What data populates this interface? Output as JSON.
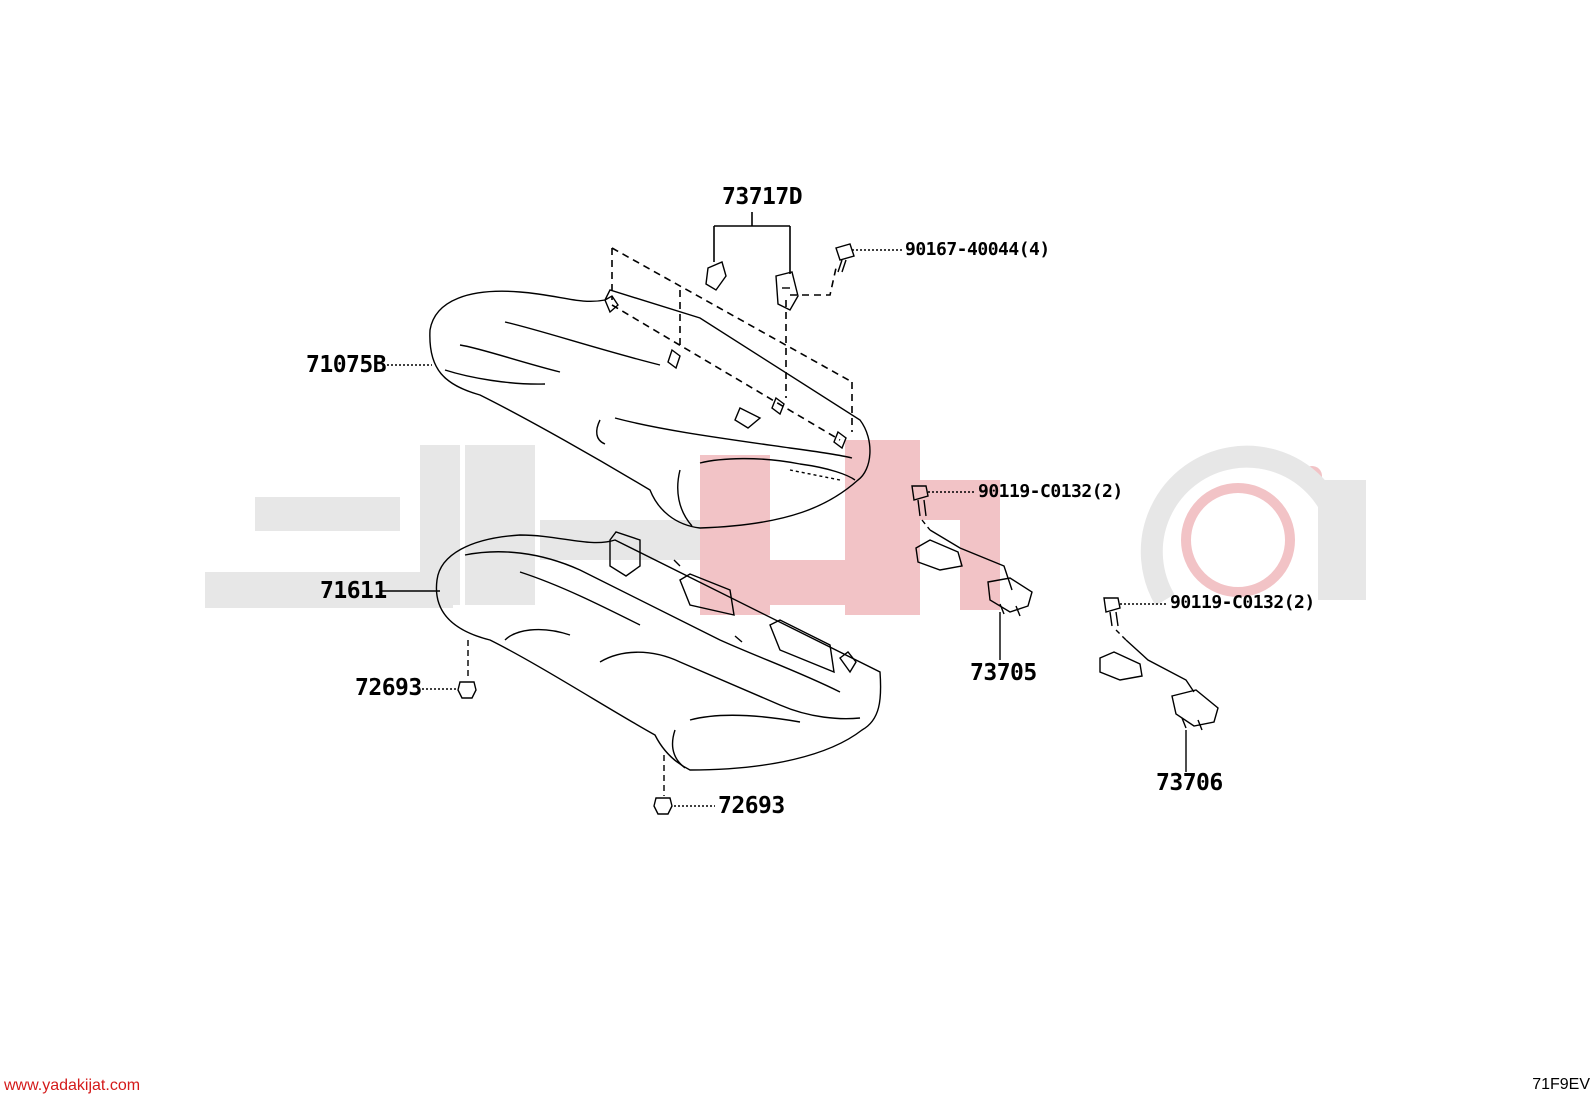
{
  "diagram": {
    "part_labels": {
      "clip_pair": "73717D",
      "screw": "90167-40044(4)",
      "seat_back_cover": "71075B",
      "bolt_upper": "90119-C0132(2)",
      "seat_cushion_pad": "71611",
      "bolt_lower": "90119-C0132(2)",
      "hook_upper": "73705",
      "clip_left": "72693",
      "hook_lower": "73706",
      "clip_bottom": "72693"
    },
    "footer": {
      "website": "www.yadakijat.com",
      "code": "71F9EV"
    }
  },
  "colors": {
    "line": "#000000",
    "watermark_gray": "#e7e7e7",
    "watermark_red": "#f2c3c6",
    "website_red": "#d41a1a"
  }
}
